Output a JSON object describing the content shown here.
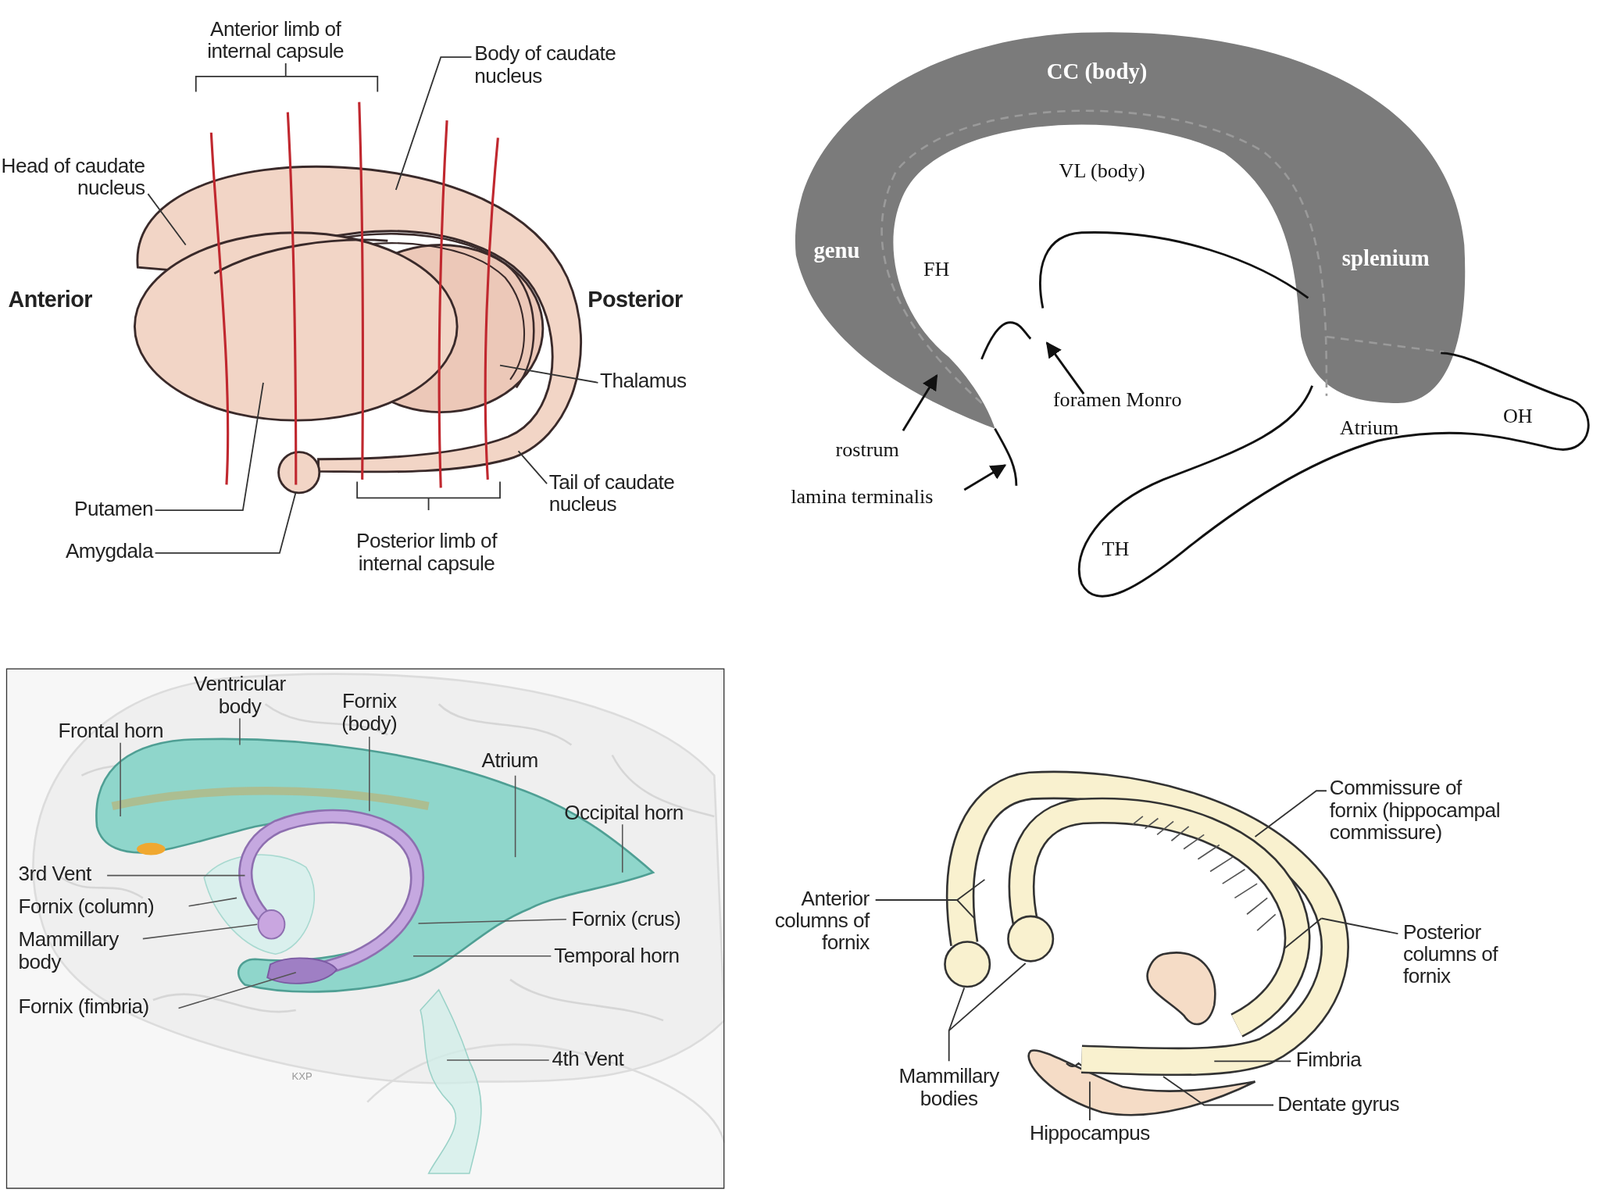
{
  "diagram": {
    "labels": [
      "Anterior limb of internal capsule",
      "Body of caudate nucleus",
      "Head of caudate nucleus",
      "Anterior",
      "Posterior",
      "Thalamus",
      "Putamen",
      "Amygdala",
      "Tail of caudate nucleus",
      "Posterior limb of internal capsule",
      "CC (body)",
      "VL (body)",
      "genu",
      "FH",
      "splenium",
      "foramen Monro",
      "rostrum",
      "Atrium",
      "OH",
      "lamina terminalis",
      "TH",
      "Ventricular body",
      "Frontal horn",
      "Fornix (body)",
      "Atrium",
      "Occipital horn",
      "3rd Vent",
      "Fornix (column)",
      "Mammillary body",
      "Fornix (crus)",
      "Temporal horn",
      "Fornix (fimbria)",
      "KXP",
      "4th Vent",
      "Commissure of fornix (hippocampal commissure)",
      "Anterior columns of fornix",
      "Posterior columns of fornix",
      "Mammillary bodies",
      "Fimbria",
      "Dentate gyrus",
      "Hippocampus"
    ]
  }
}
